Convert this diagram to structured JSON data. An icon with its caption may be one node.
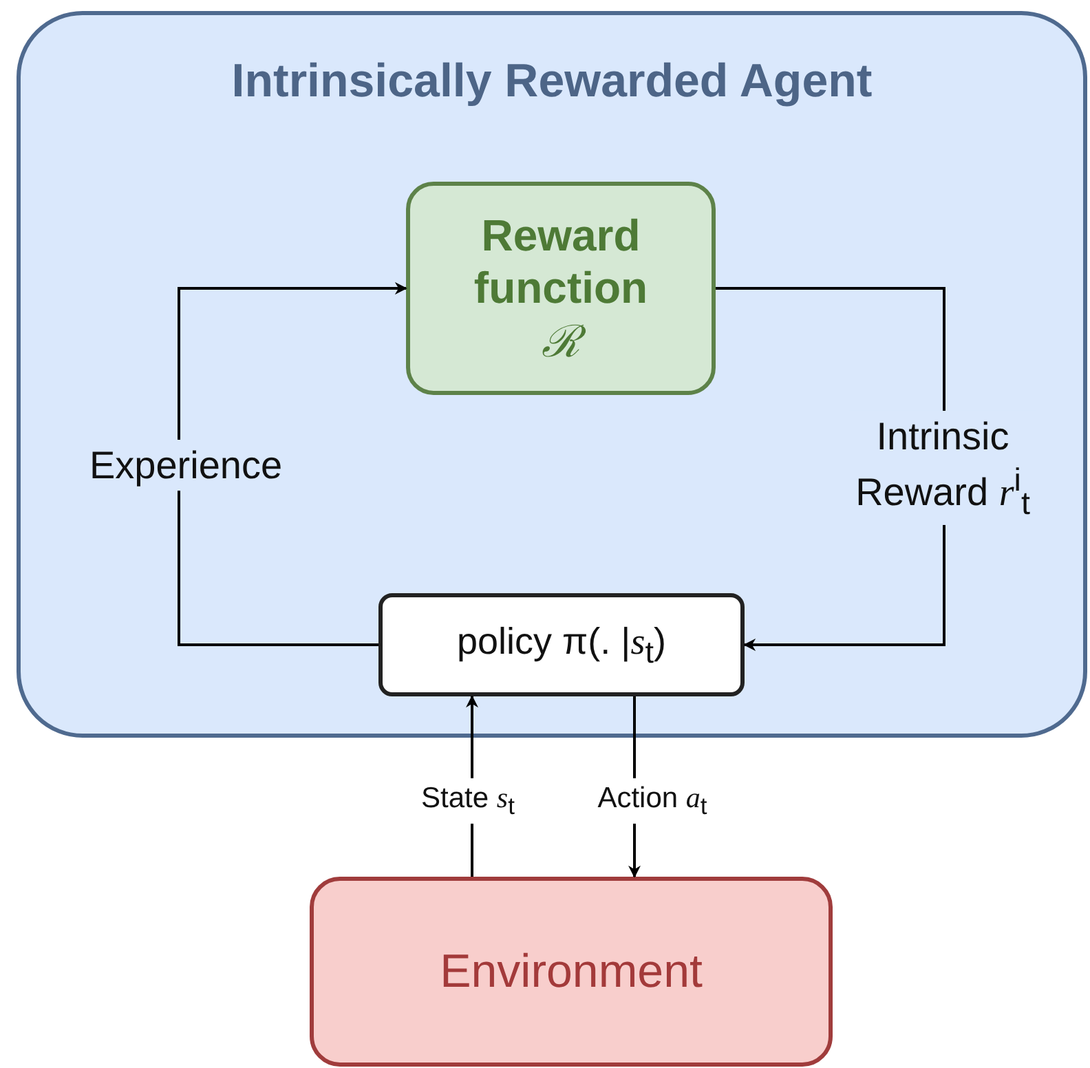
{
  "diagram": {
    "nodes": [
      {
        "text": [
          "Intrinsically Rewarded Agent"
        ]
      },
      {
        "text": [
          "Reward function",
          "ℛ"
        ],
        "in": 0
      },
      {
        "text": [
          "policy π(. |*s*$_{t}$)"
        ],
        "in": 0
      },
      {
        "text": [
          "Environment"
        ]
      }
    ],
    "edges": [
      {
        "from": 2,
        "to": 1,
        "arrow": "to",
        "label": "Experience"
      },
      {
        "from": 1,
        "to": 2,
        "arrow": "to",
        "label": "Intrinsic Reward *r*$^{i}$$_{t}$"
      },
      {
        "from": 3,
        "to": 2,
        "arrow": "to",
        "label": "State *s*$_{t}$"
      },
      {
        "from": 2,
        "to": 3,
        "arrow": "to",
        "label": "Action *a*$_{t}$"
      }
    ]
  }
}
